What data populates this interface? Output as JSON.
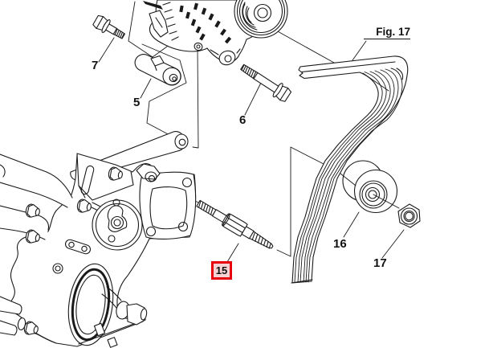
{
  "figure": {
    "title": "",
    "fig_ref": {
      "label": "Fig. 17"
    },
    "highlight": {
      "border_color": "#e8000d",
      "fill_color": "#f5d3d4",
      "text_color": "#111111"
    },
    "line_color": "#1a1a1a",
    "background": "#ffffff",
    "callouts": [
      {
        "id": "7",
        "part": "flange-bolt-short",
        "highlighted": false
      },
      {
        "id": "5",
        "part": "spacer-collar",
        "highlighted": false
      },
      {
        "id": "6",
        "part": "flange-bolt-long",
        "highlighted": false
      },
      {
        "id": "15",
        "part": "tensioner-stud",
        "highlighted": true
      },
      {
        "id": "16",
        "part": "idler-pulley",
        "highlighted": false
      },
      {
        "id": "17",
        "part": "hex-nut",
        "highlighted": false
      }
    ]
  }
}
